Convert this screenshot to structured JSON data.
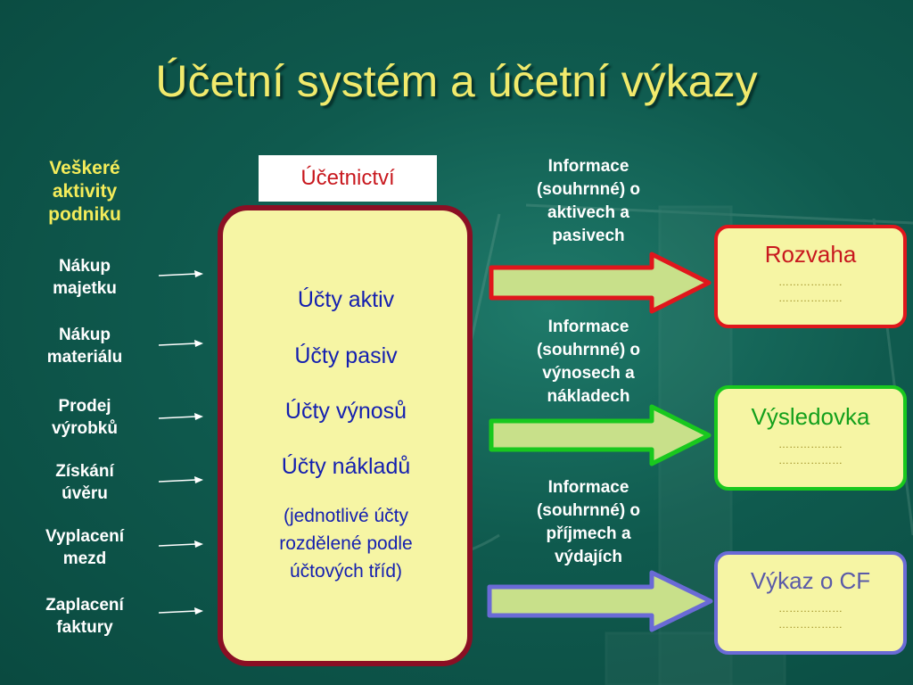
{
  "title": "Účetní systém a  účetní výkazy",
  "activities": {
    "heading": [
      "Veškeré",
      "aktivity",
      "podniku"
    ],
    "items": [
      [
        "Nákup",
        "majetku"
      ],
      [
        "Nákup",
        "materiálu"
      ],
      [
        "Prodej",
        "výrobků"
      ],
      [
        "Získání",
        "úvěru"
      ],
      [
        "Vyplacení",
        "mezd"
      ],
      [
        "Zaplacení",
        "faktury"
      ]
    ]
  },
  "accounting": {
    "label": "Účetnictví",
    "accounts": [
      "Účty aktiv",
      "Účty pasiv",
      "Účty výnosů",
      "Účty nákladů"
    ],
    "note": [
      "(jednotlivé účty",
      "rozdělené podle",
      "účtových tříd)"
    ]
  },
  "information": [
    [
      "Informace",
      "(souhrnné) o",
      "aktivech a",
      "pasivech"
    ],
    [
      "Informace",
      "(souhrnné) o",
      "výnosech a",
      "nákladech"
    ],
    [
      "Informace",
      "(souhrnné) o",
      "příjmech a",
      "výdajích"
    ]
  ],
  "reports": [
    {
      "title": "Rozvaha",
      "dots": [
        "………………",
        "………………"
      ],
      "border": "#e0161c",
      "color": "#c8181e"
    },
    {
      "title": "Výsledovka",
      "dots": [
        "………………",
        "………………"
      ],
      "border": "#19c81e",
      "color": "#14a01c"
    },
    {
      "title": "Výkaz o CF",
      "dots": [
        "………………",
        "………………"
      ],
      "border": "#6a6ad6",
      "color": "#5a5aa8"
    }
  ],
  "colors": {
    "arrow_fill": "#c8e08a",
    "arrow_borders": [
      "#e0161c",
      "#19c81e",
      "#6a6ad6"
    ]
  }
}
